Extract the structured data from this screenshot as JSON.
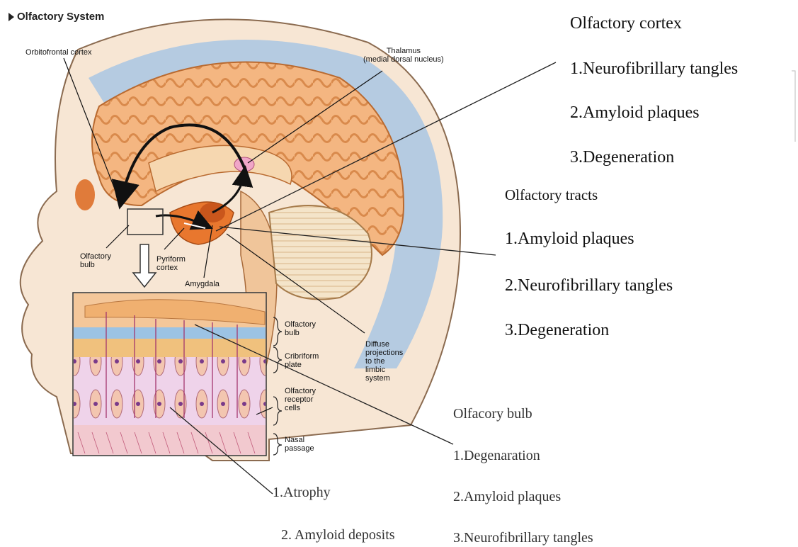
{
  "figure": {
    "section_title": "Olfactory System",
    "labels": {
      "orbitofrontal_cortex": "Orbitofrontal cortex",
      "thalamus": "Thalamus\n(medial dorsal nucleus)",
      "olfactory_bulb": "Olfactory\nbulb",
      "pyriform_cortex": "Pyriform\ncortex",
      "amygdala": "Amygdala",
      "diffuse_projections": "Diffuse\nprojections\nto the\nlimbic\nsystem",
      "inset_olfactory_bulb": "Olfactory\nbulb",
      "cribriform_plate": "Cribriform\nplate",
      "olfactory_receptor_cells": "Olfactory\nreceptor\ncells",
      "nasal_passage": "Nasal\npassage"
    },
    "colors": {
      "brain_orange": "#f2b07a",
      "brain_dark": "#d9894a",
      "skin": "#f7e6d4",
      "csf_blue": "#a9c6e3",
      "cerebellum": "#f3e3c8",
      "thalamus_pink": "#f0a6c8"
    }
  },
  "annotations": {
    "olfactory_cortex": {
      "heading": "Olfactory cortex",
      "items": [
        "1.Neurofibrillary tangles",
        "2.Amyloid plaques",
        "3.Degeneration"
      ]
    },
    "olfactory_tracts": {
      "heading": "Olfactory tracts",
      "items": [
        "1.Amyloid plaques",
        "2.Neurofibrillary tangles",
        "3.Degeneration"
      ]
    },
    "olfactory_bulb": {
      "heading": "Olfacory bulb",
      "items": [
        "1.Degenaration",
        "2.Amyloid plaques",
        "3.Neurofibrillary tangles"
      ]
    },
    "receptor_cells": {
      "items": [
        "1.Atrophy",
        "2. Amyloid deposits"
      ]
    }
  }
}
